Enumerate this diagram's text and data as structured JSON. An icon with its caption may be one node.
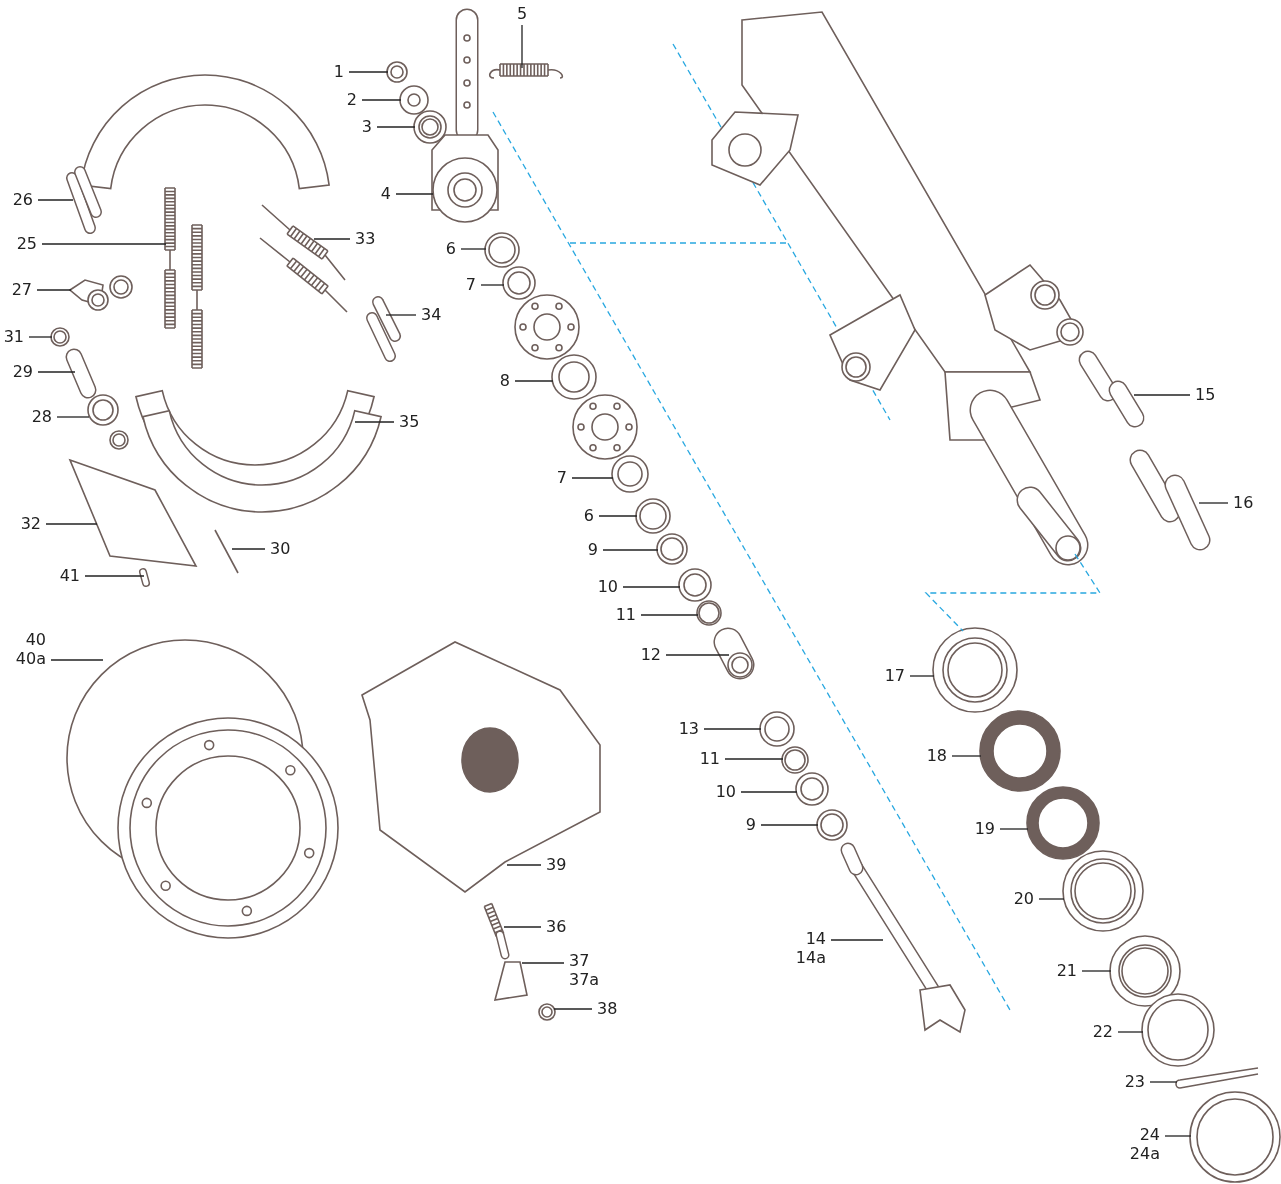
{
  "diagram": {
    "nodes": [
      {
        "text": [
          "5"
        ]
      },
      {
        "text": [
          "1"
        ]
      },
      {
        "text": [
          "2"
        ]
      },
      {
        "text": [
          "3"
        ]
      },
      {
        "text": [
          "4"
        ]
      },
      {
        "text": [
          "26"
        ]
      },
      {
        "text": [
          "33"
        ]
      },
      {
        "text": [
          "25"
        ]
      },
      {
        "text": [
          "6"
        ]
      },
      {
        "text": [
          "27"
        ]
      },
      {
        "text": [
          "7"
        ]
      },
      {
        "text": [
          "34"
        ]
      },
      {
        "text": [
          "31"
        ]
      },
      {
        "text": [
          "29"
        ]
      },
      {
        "text": [
          "8"
        ]
      },
      {
        "text": [
          "15"
        ]
      },
      {
        "text": [
          "28"
        ]
      },
      {
        "text": [
          "35"
        ]
      },
      {
        "text": [
          "7"
        ]
      },
      {
        "text": [
          "16"
        ]
      },
      {
        "text": [
          "6"
        ]
      },
      {
        "text": [
          "32"
        ]
      },
      {
        "text": [
          "30"
        ]
      },
      {
        "text": [
          "9"
        ]
      },
      {
        "text": [
          "41"
        ]
      },
      {
        "text": [
          "10"
        ]
      },
      {
        "text": [
          "11"
        ]
      },
      {
        "text": [
          "40",
          "40a"
        ]
      },
      {
        "text": [
          "12"
        ]
      },
      {
        "text": [
          "17"
        ]
      },
      {
        "text": [
          "13"
        ]
      },
      {
        "text": [
          "18"
        ]
      },
      {
        "text": [
          "11"
        ]
      },
      {
        "text": [
          "10"
        ]
      },
      {
        "text": [
          "9"
        ]
      },
      {
        "text": [
          "19"
        ]
      },
      {
        "text": [
          "39"
        ]
      },
      {
        "text": [
          "20"
        ]
      },
      {
        "text": [
          "36"
        ]
      },
      {
        "text": [
          "14",
          "14a"
        ]
      },
      {
        "text": [
          "37",
          "37a"
        ]
      },
      {
        "text": [
          "21"
        ]
      },
      {
        "text": [
          "38"
        ]
      },
      {
        "text": [
          "22"
        ]
      },
      {
        "text": [
          "23"
        ]
      },
      {
        "text": [
          "24",
          "24a"
        ]
      },
      {
        "text": [],
        "shape": "picture"
      },
      {
        "text": [],
        "shape": "picture"
      },
      {
        "text": [],
        "shape": "picture"
      },
      {
        "text": [],
        "shape": "picture"
      },
      {
        "text": [],
        "shape": "picture"
      },
      {
        "text": [],
        "shape": "picture"
      },
      {
        "text": [],
        "shape": "picture"
      },
      {
        "text": [],
        "shape": "picture"
      },
      {
        "text": [],
        "shape": "picture"
      },
      {
        "text": [],
        "shape": "picture"
      },
      {
        "text": [],
        "shape": "picture"
      },
      {
        "text": [],
        "shape": "picture"
      },
      {
        "text": [],
        "shape": "picture"
      },
      {
        "text": [],
        "shape": "picture"
      },
      {
        "text": [],
        "shape": "picture"
      },
      {
        "text": [],
        "shape": "picture"
      },
      {
        "text": [],
        "shape": "picture"
      },
      {
        "text": [],
        "shape": "picture"
      },
      {
        "text": [],
        "shape": "picture"
      },
      {
        "text": [],
        "shape": "picture"
      },
      {
        "text": [],
        "shape": "picture"
      },
      {
        "text": [],
        "shape": "picture"
      },
      {
        "text": [],
        "shape": "picture"
      },
      {
        "text": [],
        "shape": "picture"
      },
      {
        "text": [],
        "shape": "picture"
      },
      {
        "text": [],
        "shape": "picture"
      },
      {
        "text": [],
        "shape": "picture"
      },
      {
        "text": [],
        "shape": "picture"
      },
      {
        "text": [],
        "shape": "picture"
      },
      {
        "text": [],
        "shape": "picture"
      },
      {
        "text": [],
        "shape": "picture"
      },
      {
        "text": [],
        "shape": "picture"
      },
      {
        "text": [],
        "shape": "picture"
      },
      {
        "text": [],
        "shape": "picture"
      },
      {
        "text": [],
        "shape": "picture"
      },
      {
        "text": [],
        "shape": "picture"
      },
      {
        "text": [],
        "shape": "picture"
      },
      {
        "text": [],
        "shape": "picture"
      },
      {
        "text": [],
        "shape": "picture"
      },
      {
        "text": [],
        "shape": "picture"
      },
      {
        "text": [],
        "shape": "picture"
      },
      {
        "text": [],
        "shape": "picture"
      },
      {
        "text": [],
        "shape": "picture"
      },
      {
        "text": [],
        "shape": "picture"
      },
      {
        "text": [],
        "shape": "picture"
      },
      {
        "text": [],
        "shape": "picture"
      },
      {
        "text": [],
        "shape": "picture"
      }
    ],
    "edges": [
      {
        "from": 0,
        "to": 46,
        "arrow": "none"
      },
      {
        "from": 1,
        "to": 47,
        "arrow": "none"
      },
      {
        "from": 2,
        "to": 48,
        "arrow": "none"
      },
      {
        "from": 3,
        "to": 49,
        "arrow": "none"
      },
      {
        "from": 4,
        "to": 50,
        "arrow": "none"
      },
      {
        "from": 5,
        "to": 51,
        "arrow": "none"
      },
      {
        "from": 6,
        "to": 52,
        "arrow": "none"
      },
      {
        "from": 7,
        "to": 53,
        "arrow": "none"
      },
      {
        "from": 8,
        "to": 54,
        "arrow": "none"
      },
      {
        "from": 9,
        "to": 55,
        "arrow": "none"
      },
      {
        "from": 10,
        "to": 56,
        "arrow": "none"
      },
      {
        "from": 11,
        "to": 57,
        "arrow": "none"
      },
      {
        "from": 12,
        "to": 58,
        "arrow": "none"
      },
      {
        "from": 13,
        "to": 59,
        "arrow": "none"
      },
      {
        "from": 14,
        "to": 60,
        "arrow": "none"
      },
      {
        "from": 15,
        "to": 61,
        "arrow": "none"
      },
      {
        "from": 16,
        "to": 62,
        "arrow": "none"
      },
      {
        "from": 17,
        "to": 63,
        "arrow": "none"
      },
      {
        "from": 18,
        "to": 64,
        "arrow": "none"
      },
      {
        "from": 19,
        "to": 65,
        "arrow": "none"
      },
      {
        "from": 20,
        "to": 66,
        "arrow": "none"
      },
      {
        "from": 21,
        "to": 67,
        "arrow": "none"
      },
      {
        "from": 22,
        "to": 68,
        "arrow": "none"
      },
      {
        "from": 23,
        "to": 69,
        "arrow": "none"
      },
      {
        "from": 24,
        "to": 70,
        "arrow": "none"
      },
      {
        "from": 25,
        "to": 71,
        "arrow": "none"
      },
      {
        "from": 26,
        "to": 72,
        "arrow": "none"
      },
      {
        "from": 27,
        "to": 73,
        "arrow": "none"
      },
      {
        "from": 28,
        "to": 74,
        "arrow": "none"
      },
      {
        "from": 29,
        "to": 75,
        "arrow": "none"
      },
      {
        "from": 30,
        "to": 76,
        "arrow": "none"
      },
      {
        "from": 31,
        "to": 77,
        "arrow": "none"
      },
      {
        "from": 32,
        "to": 78,
        "arrow": "none"
      },
      {
        "from": 33,
        "to": 79,
        "arrow": "none"
      },
      {
        "from": 34,
        "to": 80,
        "arrow": "none"
      },
      {
        "from": 35,
        "to": 81,
        "arrow": "none"
      },
      {
        "from": 36,
        "to": 82,
        "arrow": "none"
      },
      {
        "from": 37,
        "to": 83,
        "arrow": "none"
      },
      {
        "from": 38,
        "to": 84,
        "arrow": "none"
      },
      {
        "from": 39,
        "to": 85,
        "arrow": "none"
      },
      {
        "from": 40,
        "to": 86,
        "arrow": "none"
      },
      {
        "from": 41,
        "to": 87,
        "arrow": "none"
      },
      {
        "from": 42,
        "to": 88,
        "arrow": "none"
      },
      {
        "from": 43,
        "to": 89,
        "arrow": "none"
      },
      {
        "from": 44,
        "to": 90,
        "arrow": "none"
      },
      {
        "from": 45,
        "to": 91,
        "arrow": "none"
      },
      {
        "from": 92,
        "to": 75,
        "arrow": "none",
        "style": "dashed",
        "color": "#29a8e0"
      }
    ]
  }
}
